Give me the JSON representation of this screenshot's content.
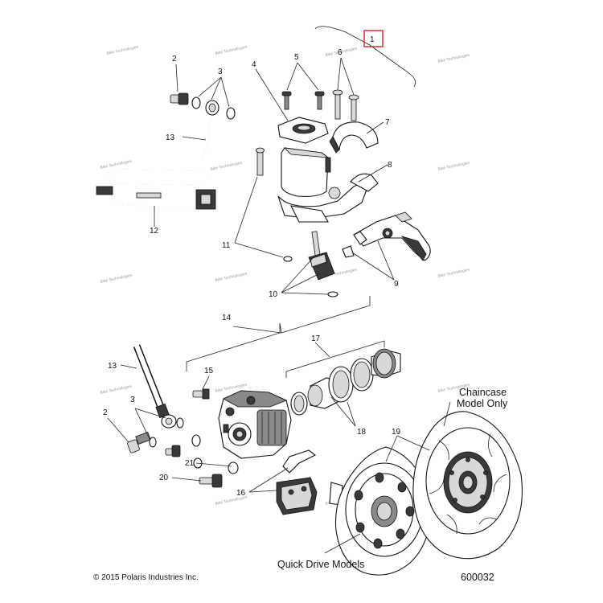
{
  "callouts": [
    "1",
    "2",
    "3",
    "4",
    "5",
    "6",
    "7",
    "8",
    "9",
    "10",
    "11",
    "12",
    "13",
    "14",
    "15",
    "16",
    "17",
    "18",
    "19",
    "20",
    "21"
  ],
  "captions": {
    "chaincase_line1": "Chaincase",
    "chaincase_line2": "Model Only",
    "quick_drive": "Quick Drive Models",
    "copyright": "© 2015 Polaris Industries Inc.",
    "diagram_number": "600032"
  },
  "watermark_text": "Bike Technologies",
  "colors": {
    "callout_box": "#d42020",
    "ink": "#111111"
  }
}
